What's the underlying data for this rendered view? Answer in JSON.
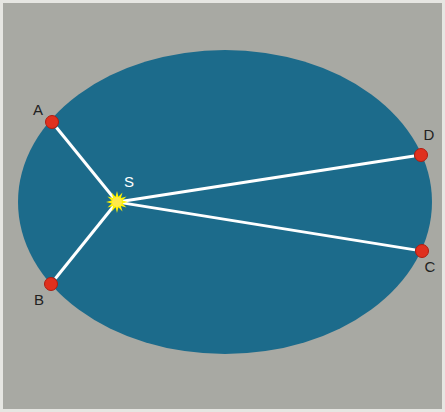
{
  "diagram": {
    "nodes": [
      {
        "text": [
          "A"
        ]
      },
      {
        "text": [
          "B"
        ]
      },
      {
        "text": [
          "S"
        ]
      },
      {
        "text": [
          "D"
        ]
      },
      {
        "text": [
          "C"
        ]
      }
    ],
    "edges": [
      {
        "from": 2,
        "to": 0,
        "arrow": "none"
      },
      {
        "from": 2,
        "to": 1,
        "arrow": "none"
      },
      {
        "from": 2,
        "to": 3,
        "arrow": "none"
      },
      {
        "from": 2,
        "to": 4,
        "arrow": "none"
      }
    ]
  }
}
